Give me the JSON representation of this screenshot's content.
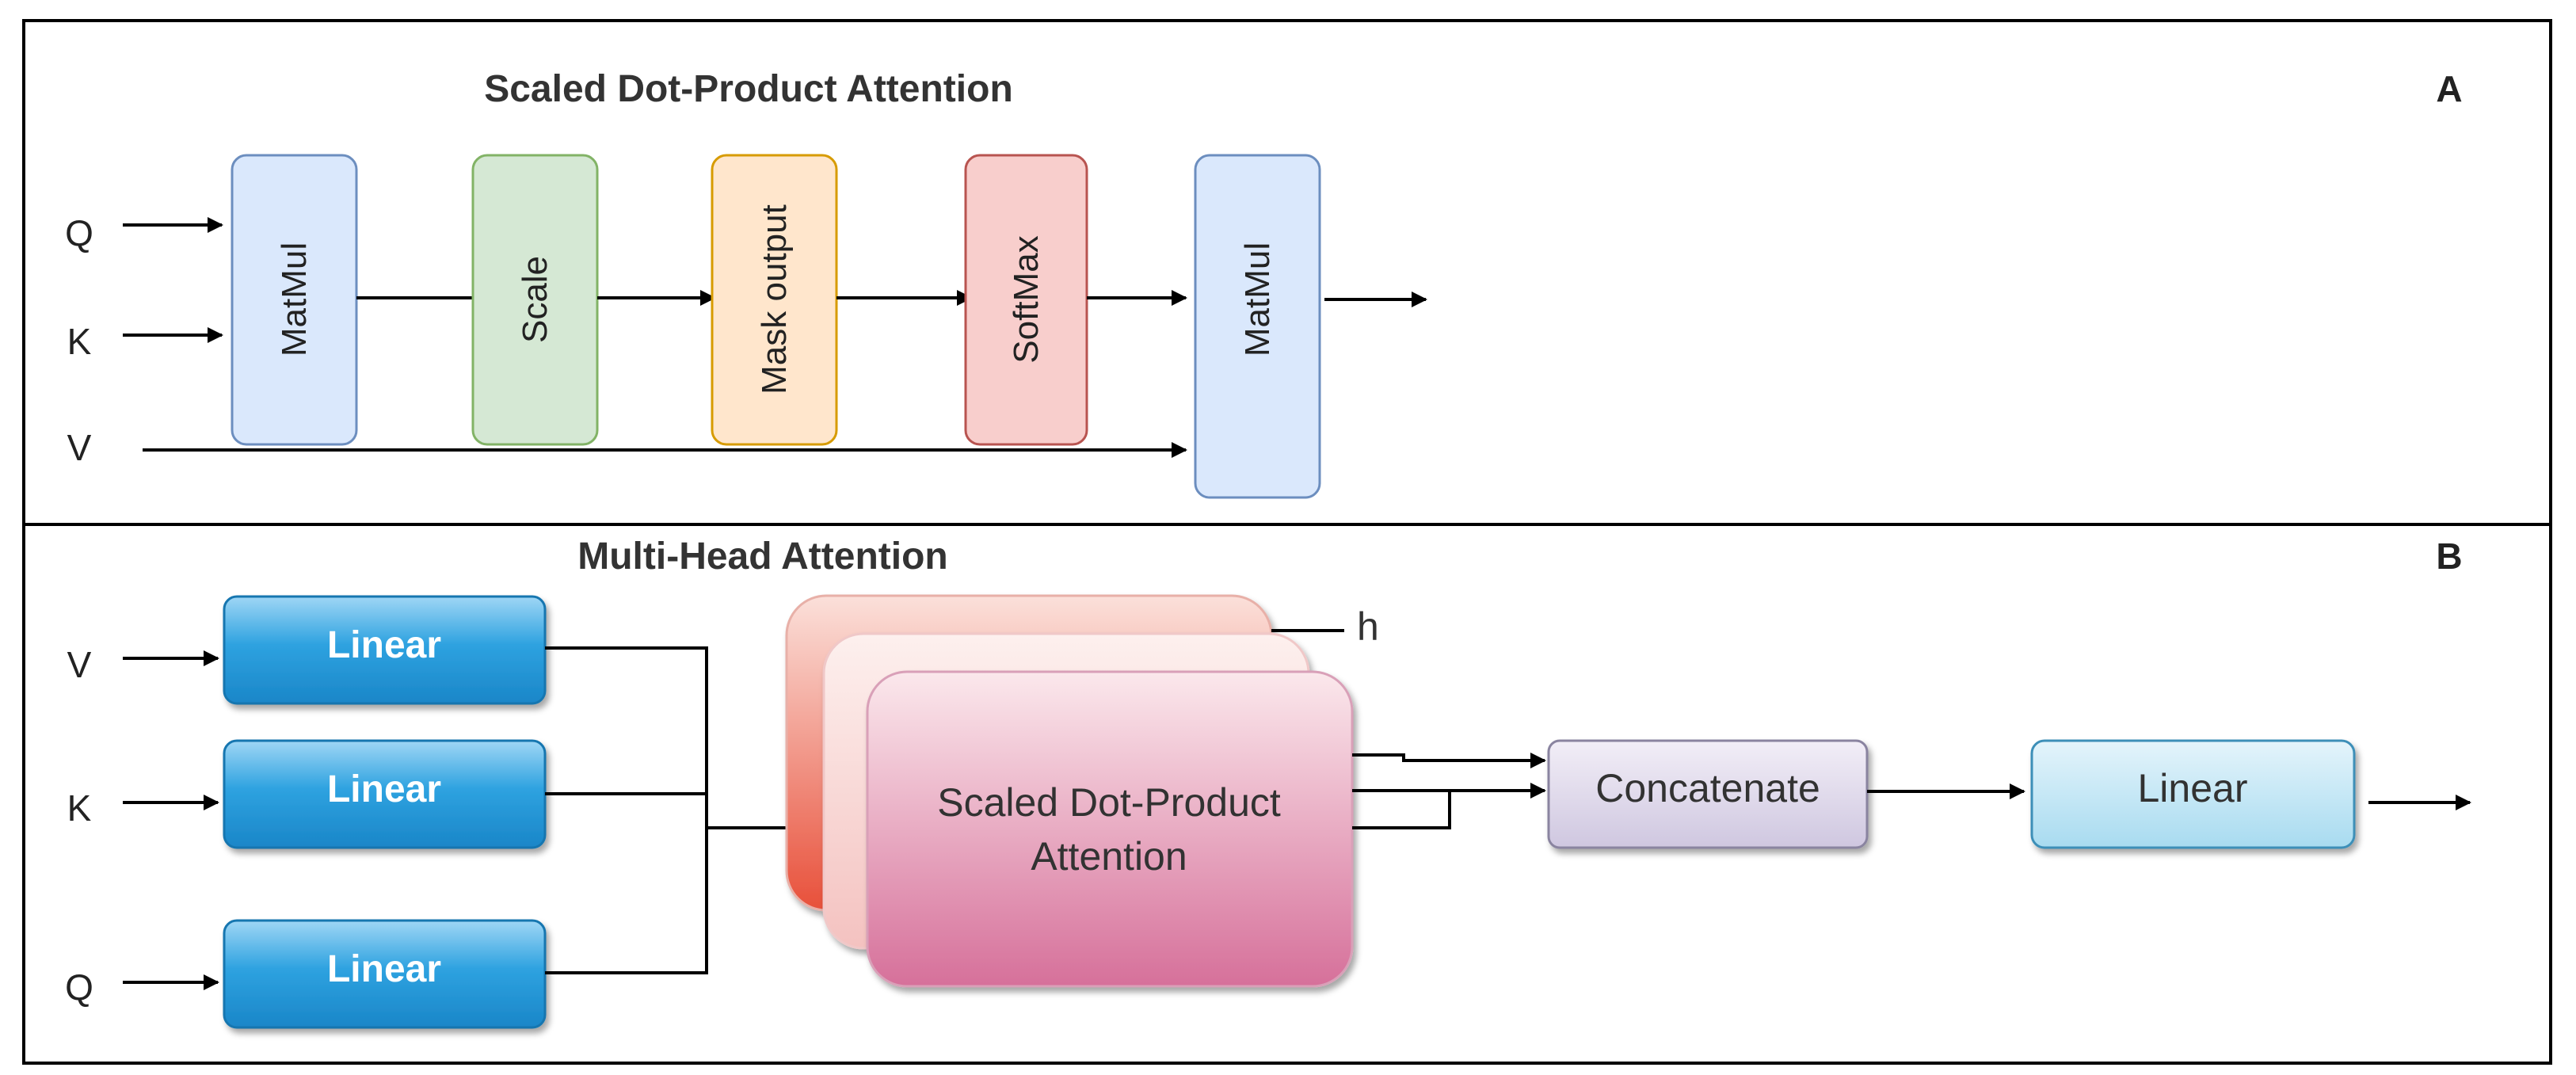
{
  "panel_a": {
    "title": "Scaled Dot-Product Attention",
    "letter": "A",
    "inputs": [
      "Q",
      "K",
      "V"
    ],
    "blocks": [
      "MatMul",
      "Scale",
      "Mask output",
      "SoftMax",
      "MatMul"
    ]
  },
  "panel_b": {
    "title": "Multi-Head Attention",
    "letter": "B",
    "inputs": [
      "V",
      "K",
      "Q"
    ],
    "linear_label": "Linear",
    "heads_label": "h",
    "attention_label_line1": "Scaled Dot-Product",
    "attention_label_line2": "Attention",
    "concat_label": "Concatenate",
    "output_linear_label": "Linear"
  },
  "colors": {
    "matmul_fill": "#dae8fc",
    "matmul_stroke": "#6c8ebf",
    "scale_fill": "#d5e8d4",
    "scale_stroke": "#82b366",
    "mask_fill": "#ffe6cc",
    "mask_stroke": "#d79b00",
    "softmax_fill": "#f8cecc",
    "softmax_stroke": "#b85450",
    "linear_blue": "#1f8fd0",
    "concat_fill": "#e1d5e7",
    "output_linear_fill": "#b1ddf0"
  }
}
